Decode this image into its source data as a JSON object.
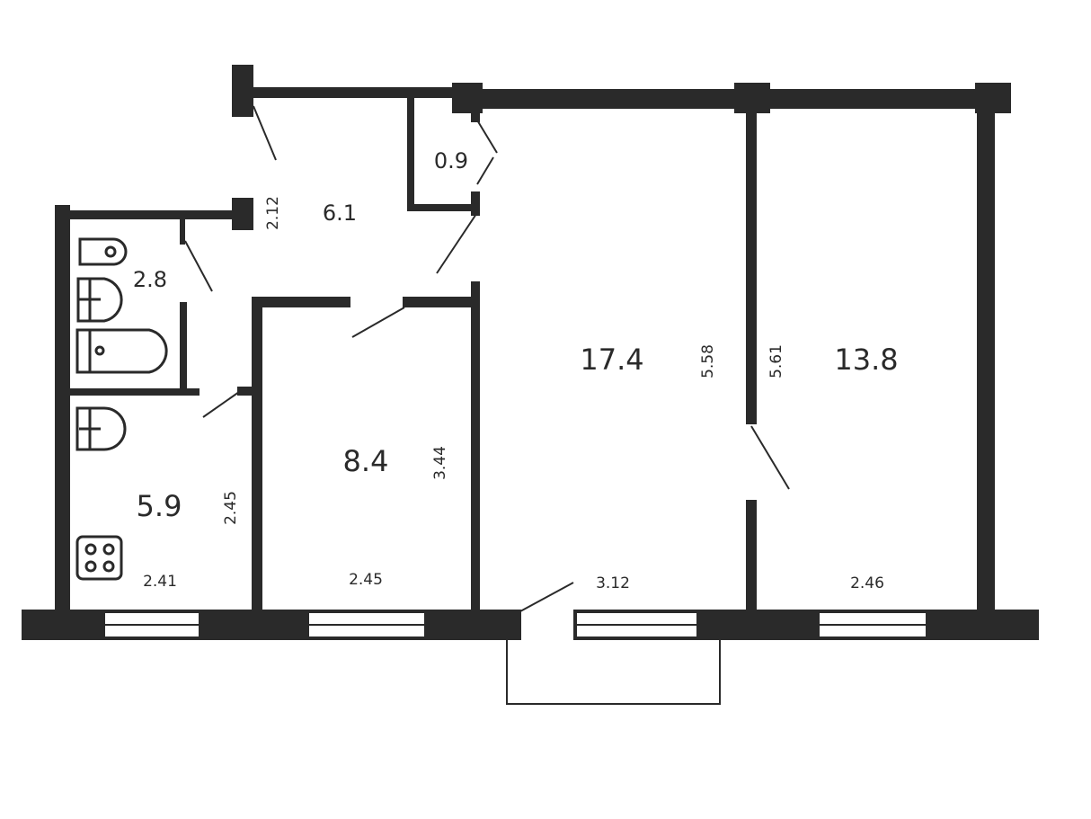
{
  "rooms": {
    "hall": "6.1",
    "closet": "0.9",
    "bathroom": "2.8",
    "kitchen": "5.9",
    "bedroom_small": "8.4",
    "living_room": "17.4",
    "bedroom_right": "13.8"
  },
  "dimensions": {
    "hall_width": "2.12",
    "kitchen_height": "2.45",
    "kitchen_width": "2.41",
    "small_room_width": "2.45",
    "small_room_height": "3.44",
    "living_width": "3.12",
    "living_height": "5.58",
    "right_room_height": "5.61",
    "right_room_width": "2.46"
  },
  "colors": {
    "wall": "#2a2a2a",
    "background": "#ffffff"
  }
}
